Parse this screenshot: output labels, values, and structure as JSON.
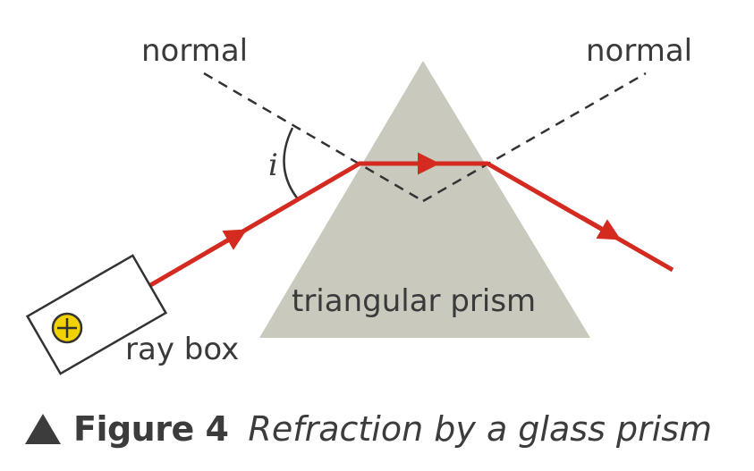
{
  "labels": {
    "normal_left": "normal",
    "normal_right": "normal",
    "angle_i": "i",
    "prism": "triangular prism",
    "ray_box": "ray box"
  },
  "caption": {
    "figure": "Figure 4",
    "text": "Refraction by a glass prism"
  },
  "colors": {
    "ray": "#d42a1f",
    "prism": "#c9c9bd",
    "normal_lines": "#333333",
    "bulb": "#f2d200",
    "text": "#3a3a3a"
  }
}
